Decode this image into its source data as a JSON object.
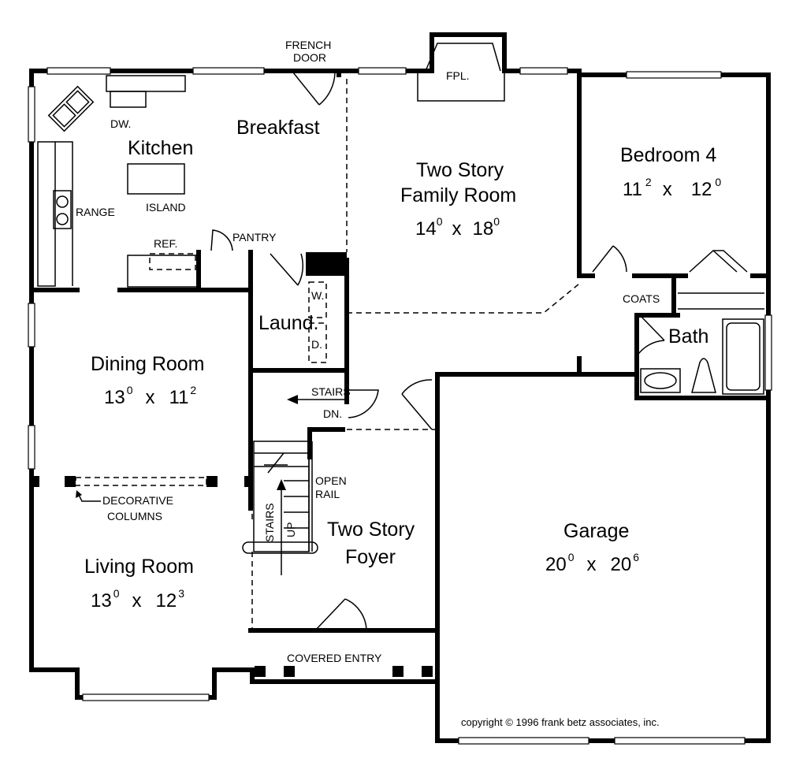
{
  "rooms": {
    "kitchen": {
      "name": "Kitchen"
    },
    "breakfast": {
      "name": "Breakfast"
    },
    "family": {
      "line1": "Two Story",
      "line2": "Family Room",
      "w": "14",
      "w_in": "0",
      "x": "x",
      "h": "18",
      "h_in": "0"
    },
    "bedroom4": {
      "name": "Bedroom 4",
      "w": "11",
      "w_in": "2",
      "x": "x",
      "h": "12",
      "h_in": "0"
    },
    "dining": {
      "name": "Dining Room",
      "w": "13",
      "w_in": "0",
      "x": "x",
      "h": "11",
      "h_in": "2"
    },
    "laundry": {
      "name": "Laund."
    },
    "bath": {
      "name": "Bath"
    },
    "foyer": {
      "line1": "Two Story",
      "line2": "Foyer"
    },
    "living": {
      "name": "Living Room",
      "w": "13",
      "w_in": "0",
      "x": "x",
      "h": "12",
      "h_in": "3"
    },
    "garage": {
      "name": "Garage",
      "w": "20",
      "w_in": "0",
      "x": "x",
      "h": "20",
      "h_in": "6"
    }
  },
  "labels": {
    "french_door_1": "FRENCH",
    "french_door_2": "DOOR",
    "fpl": "FPL.",
    "dw": "DW.",
    "range": "RANGE",
    "island": "ISLAND",
    "ref": "REF.",
    "pantry": "PANTRY",
    "w": "W.",
    "d": "D.",
    "coats": "COATS",
    "stairs_dn": "STAIRS",
    "dn": "DN.",
    "open": "OPEN",
    "rail": "RAIL",
    "stairs_up": "STAIRS",
    "up": "UP",
    "dec_1": "DECORATIVE",
    "dec_2": "COLUMNS",
    "covered_entry": "COVERED ENTRY"
  },
  "copyright": "copyright © 1996 frank betz associates, inc."
}
